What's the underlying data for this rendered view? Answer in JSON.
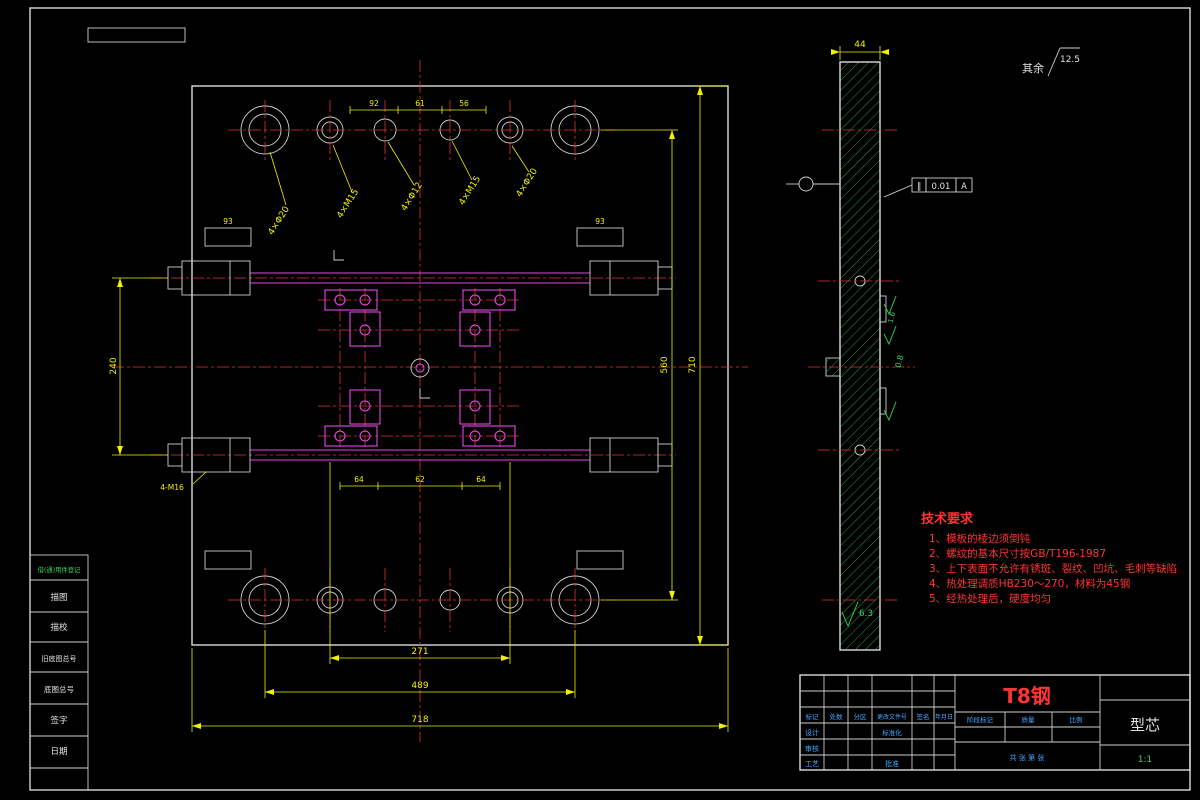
{
  "sheet": {
    "surface_note_prefix": "其余",
    "surface_note_value": "12.5"
  },
  "tolerance": {
    "symbol": "∥",
    "value": "0.01",
    "datum": "A"
  },
  "hole_labels": [
    "4×Φ20",
    "4×M15",
    "4×Φ12",
    "4×M15",
    "4×Φ20"
  ],
  "dims": {
    "bottom_inner": "271",
    "bottom_mid": "489",
    "bottom_outer": "718",
    "right_span": "560",
    "right_full": "710",
    "left_span": "240",
    "section_width": "44",
    "corner_key": "93",
    "top_a": "92",
    "top_b": "61",
    "top_c": "56",
    "cl_a": "64",
    "cl_b": "62",
    "cl_c": "64",
    "rail_thread": "4-M16",
    "finish_bottom": "6.3",
    "finish_mid": "0.8",
    "finish_step": "1.6"
  },
  "tech_req": {
    "title": "技术要求",
    "items": [
      "1、模板的棱边须倒钝",
      "2、螺纹的基本尺寸按GB/T196-1987",
      "3、上下表面不允许有锈斑、裂纹、凹坑、毛刺等缺陷",
      "4、热处理调质HB230～270，材料为45钢",
      "5、经热处理后，硬度均匀"
    ]
  },
  "title_block": {
    "material": "T8钢",
    "part_name": "型芯",
    "scale_value": "1:1",
    "header_labels": [
      "标记",
      "处数",
      "分区",
      "更改文件号",
      "签名",
      "年月日"
    ],
    "role_labels": [
      "设计",
      "标准化",
      "审核",
      "工艺",
      "批准"
    ],
    "mid_labels": [
      "阶段标记",
      "质量",
      "比例"
    ],
    "sheet_note": "共 张 第 张"
  },
  "margin_strip": {
    "top_label": "借(通)用件登记",
    "items": [
      "描图",
      "描校",
      "旧底图总号",
      "底图总号",
      "签字",
      "日期"
    ]
  }
}
